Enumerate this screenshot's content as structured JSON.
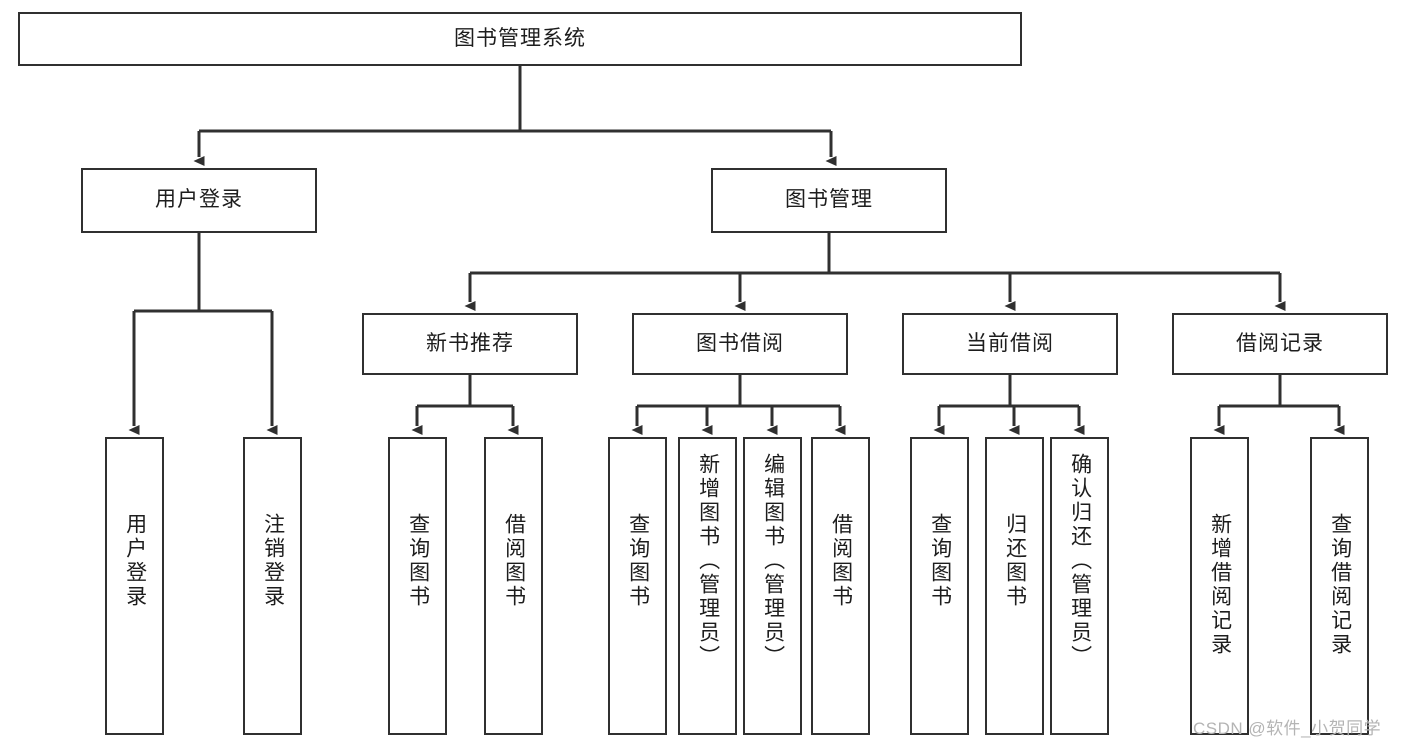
{
  "diagram": {
    "title": "图书管理系统",
    "type": "tree-structure-chart",
    "colors": {
      "box_border": "#303030",
      "box_fill": "#ffffff",
      "edge": "#303030",
      "text": "#1d1d1d",
      "watermark": "#b4b4b4",
      "background": "#ffffff"
    }
  },
  "watermark": {
    "text": "CSDN @软件_小贺同学"
  },
  "nodes": {
    "root": {
      "label": "图书管理系统"
    },
    "level2": [
      {
        "id": "user-login",
        "label": "用户登录"
      },
      {
        "id": "book-manage",
        "label": "图书管理"
      }
    ],
    "level3": [
      {
        "id": "new-book-recommend",
        "label": "新书推荐"
      },
      {
        "id": "book-borrow",
        "label": "图书借阅"
      },
      {
        "id": "current-borrow",
        "label": "当前借阅"
      },
      {
        "id": "borrow-record",
        "label": "借阅记录"
      }
    ],
    "leaves": [
      {
        "id": "leaf-user-login",
        "label": "用户登录",
        "parent": "user-login"
      },
      {
        "id": "leaf-logout",
        "label": "注销登录",
        "parent": "user-login"
      },
      {
        "id": "leaf-query-book-1",
        "label": "查询图书",
        "parent": "new-book-recommend"
      },
      {
        "id": "leaf-borrow-book-1",
        "label": "借阅图书",
        "parent": "new-book-recommend"
      },
      {
        "id": "leaf-query-book-2",
        "label": "查询图书",
        "parent": "book-borrow"
      },
      {
        "id": "leaf-add-book",
        "label": "新增图书（管理员）",
        "parent": "book-borrow"
      },
      {
        "id": "leaf-edit-book",
        "label": "编辑图书（管理员）",
        "parent": "book-borrow"
      },
      {
        "id": "leaf-borrow-book-2",
        "label": "借阅图书",
        "parent": "book-borrow"
      },
      {
        "id": "leaf-query-book-3",
        "label": "查询图书",
        "parent": "current-borrow"
      },
      {
        "id": "leaf-return-book",
        "label": "归还图书",
        "parent": "current-borrow"
      },
      {
        "id": "leaf-confirm-return",
        "label": "确认归还（管理员）",
        "parent": "current-borrow"
      },
      {
        "id": "leaf-add-record",
        "label": "新增借阅记录",
        "parent": "borrow-record"
      },
      {
        "id": "leaf-query-record",
        "label": "查询借阅记录",
        "parent": "borrow-record"
      }
    ]
  }
}
